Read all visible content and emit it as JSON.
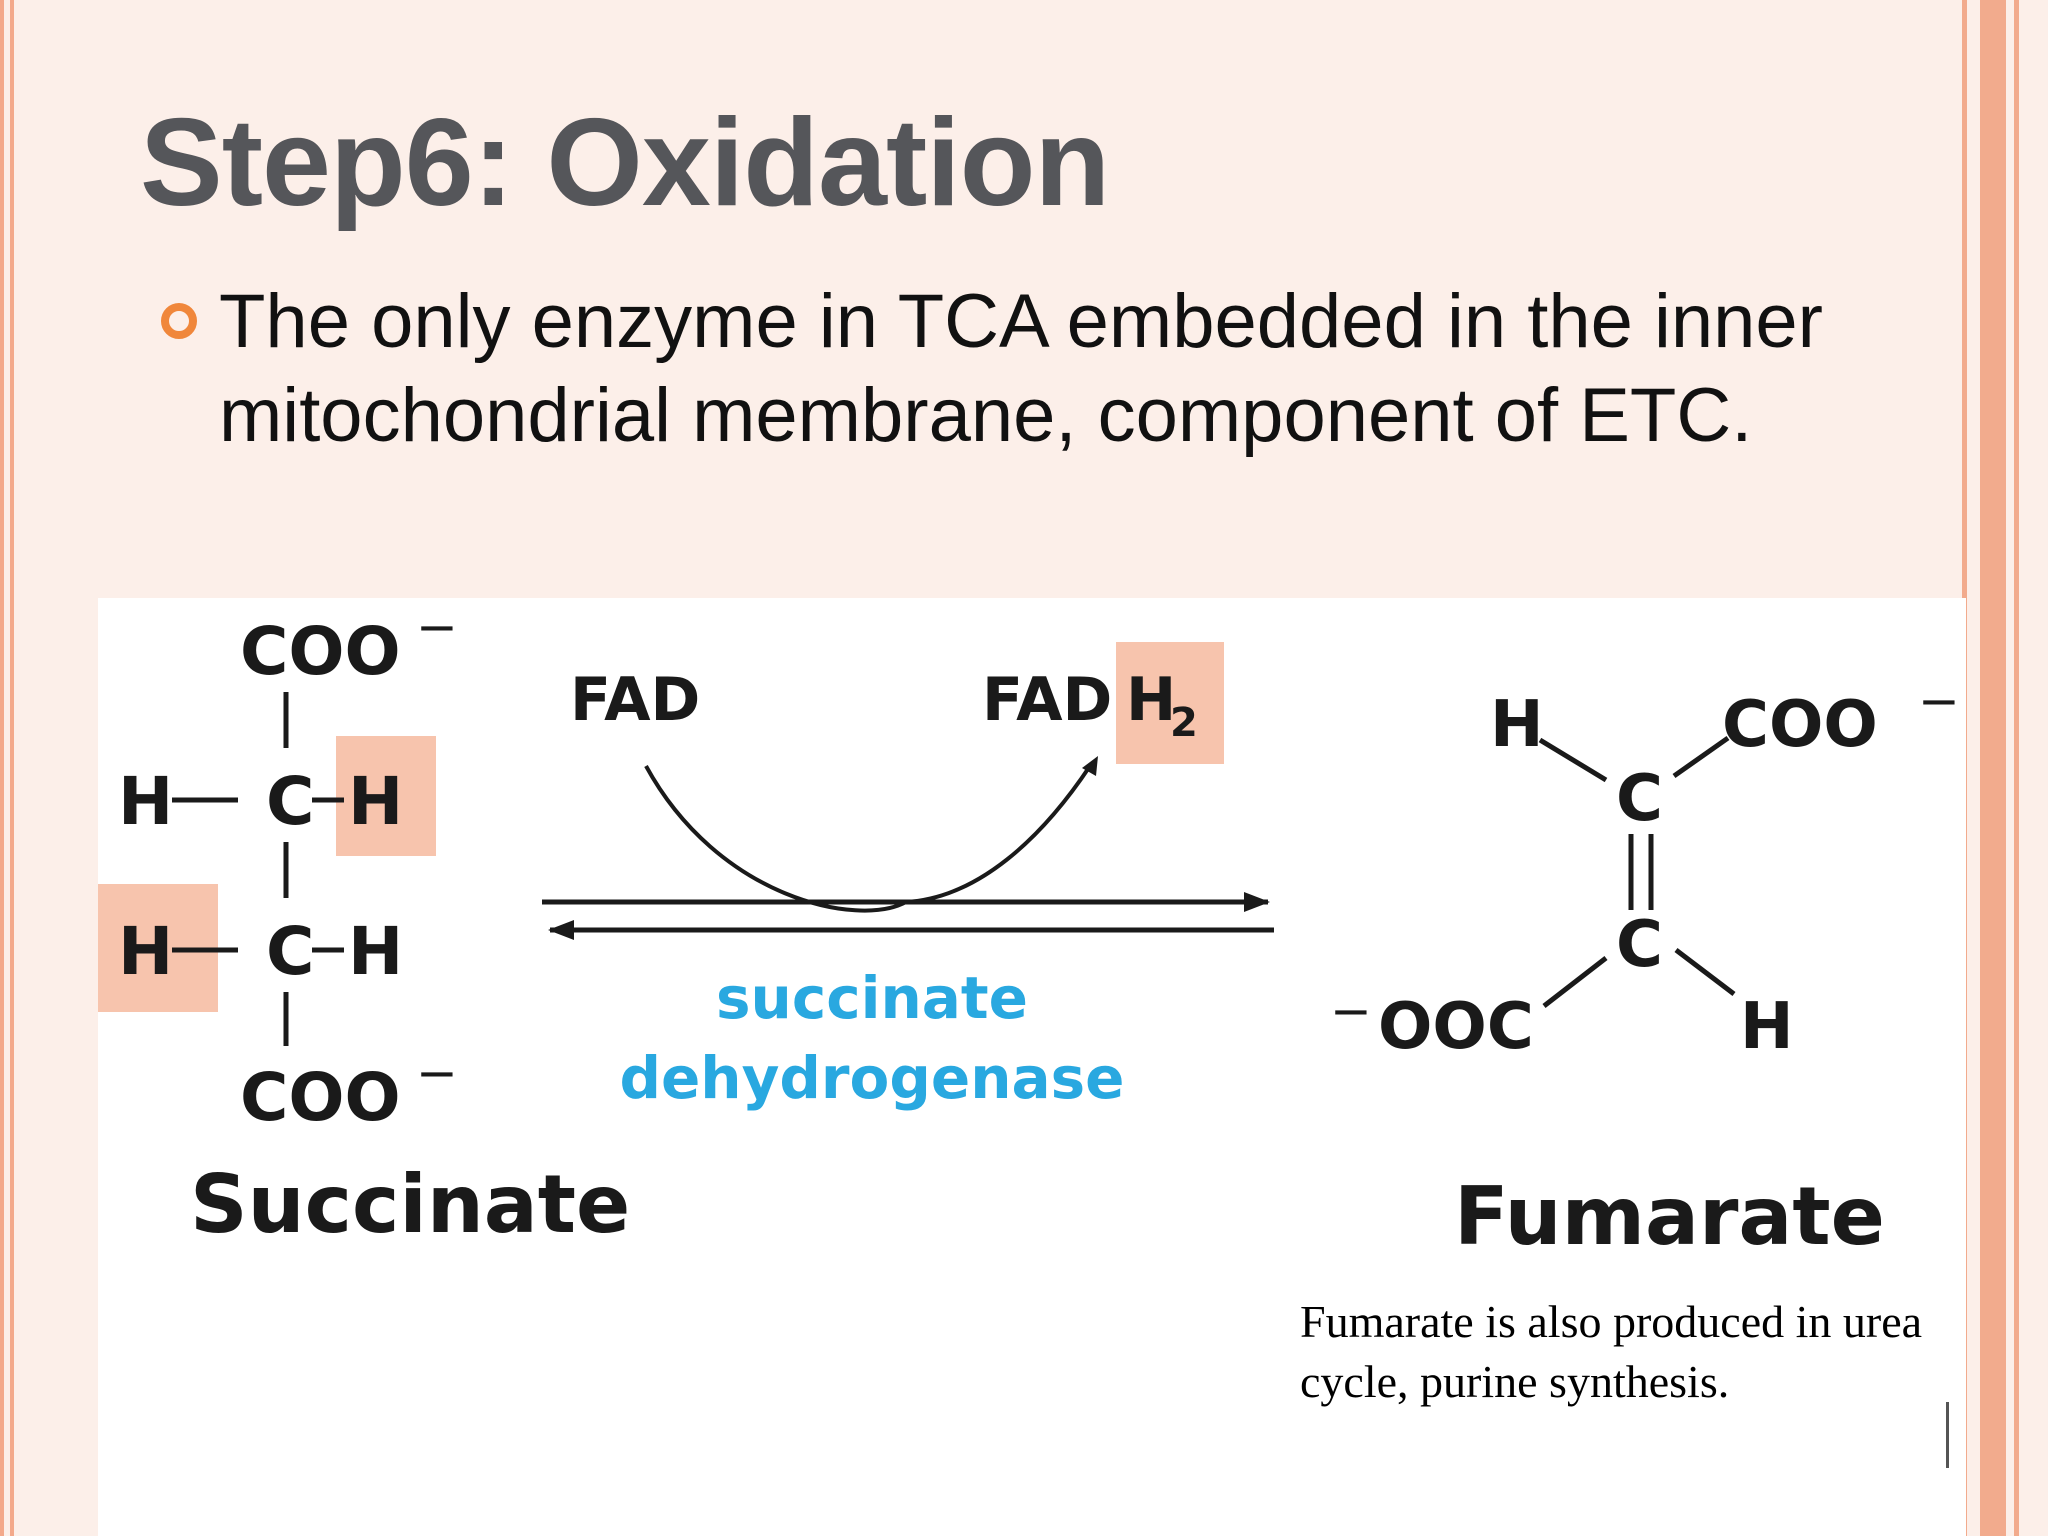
{
  "slide": {
    "title": "Step6: Oxidation",
    "bullet": "The only enzyme in TCA embedded in the inner mitochondrial membrane, component of ETC.",
    "note": "Fumarate is also produced in urea cycle, purine synthesis."
  },
  "diagram": {
    "succinate": {
      "name": "Succinate",
      "coo": "COO",
      "charge": "−",
      "c": "C",
      "h": "H"
    },
    "reaction": {
      "fad": "FAD",
      "fadh2_fad": "FAD",
      "fadh2_h": "H",
      "fadh2_sub": "2",
      "enzyme_line1": "succinate",
      "enzyme_line2": "dehydrogenase"
    },
    "fumarate": {
      "name": "Fumarate",
      "coo": "COO",
      "ooc": "OOC",
      "charge": "−",
      "c": "C",
      "h": "H"
    }
  },
  "colors": {
    "background": "#fcefe9",
    "title": "#55565a",
    "bullet_marker": "#f0873b",
    "highlight": "#f7c4ad",
    "enzyme_text": "#29a8e0",
    "stripe": "#f2ab8d"
  }
}
